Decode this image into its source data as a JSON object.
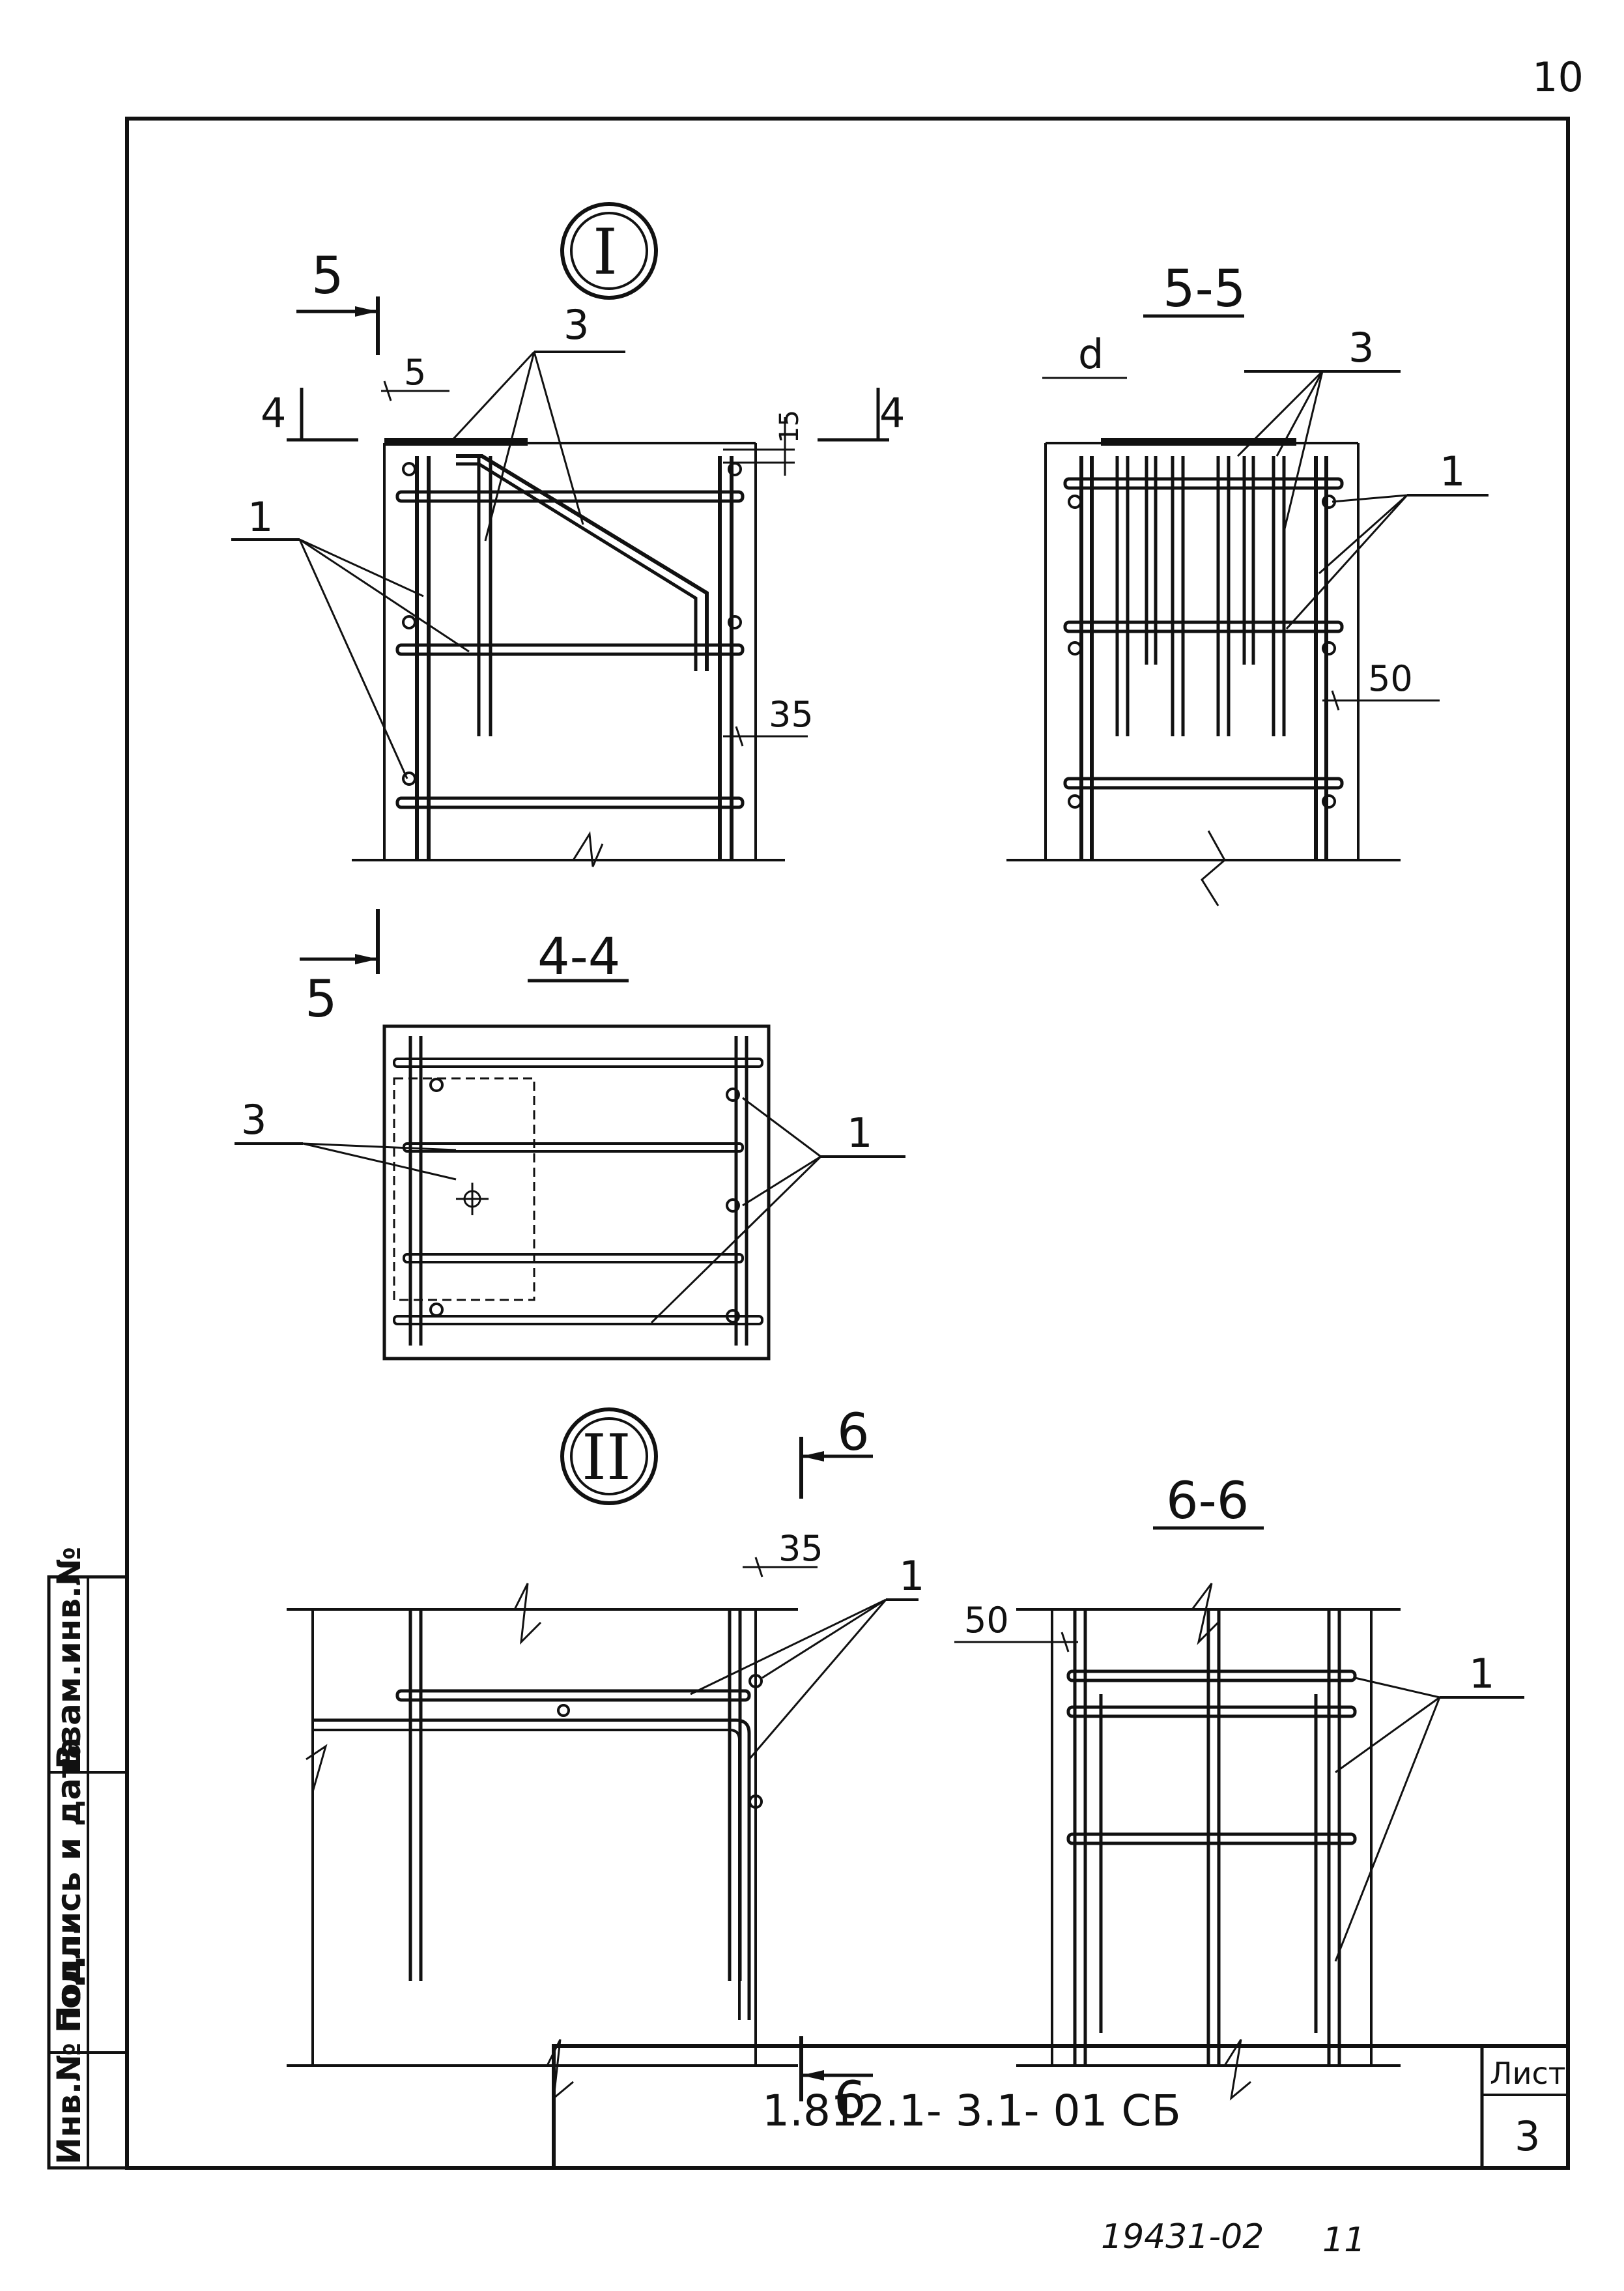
{
  "page_number": "10",
  "bottom_note": {
    "number": "19431-02",
    "index": "11"
  },
  "title_block": {
    "code": "1.812.1- 3.1- 01 СБ",
    "sheet_label": "Лист",
    "sheet_number": "3"
  },
  "side_stamp": {
    "inv_podl": "Инв.№ подл.",
    "signature_date": "Подпись и дата",
    "vzam_inv": "Взам.инв.№"
  },
  "node_I": {
    "mark": "I",
    "section_mark_top": "5",
    "section_mark_bottom": "5",
    "section_4_left": "4",
    "section_4_right": "4",
    "dim_5": "5",
    "dim_15": "15",
    "dim_35": "35",
    "pos_3": "3",
    "pos_1": "1"
  },
  "section_5_5": {
    "title": "5-5",
    "dim_d": "d",
    "pos_3": "3",
    "pos_1": "1",
    "dim_50": "50"
  },
  "section_4_4": {
    "title": "4-4",
    "pos_3": "3",
    "pos_1": "1"
  },
  "node_II": {
    "mark": "II",
    "section_mark_top": "6",
    "section_mark_bottom": "6",
    "dim_35": "35",
    "pos_1": "1"
  },
  "section_6_6": {
    "title": "6-6",
    "dim_50": "50",
    "pos_1": "1"
  }
}
